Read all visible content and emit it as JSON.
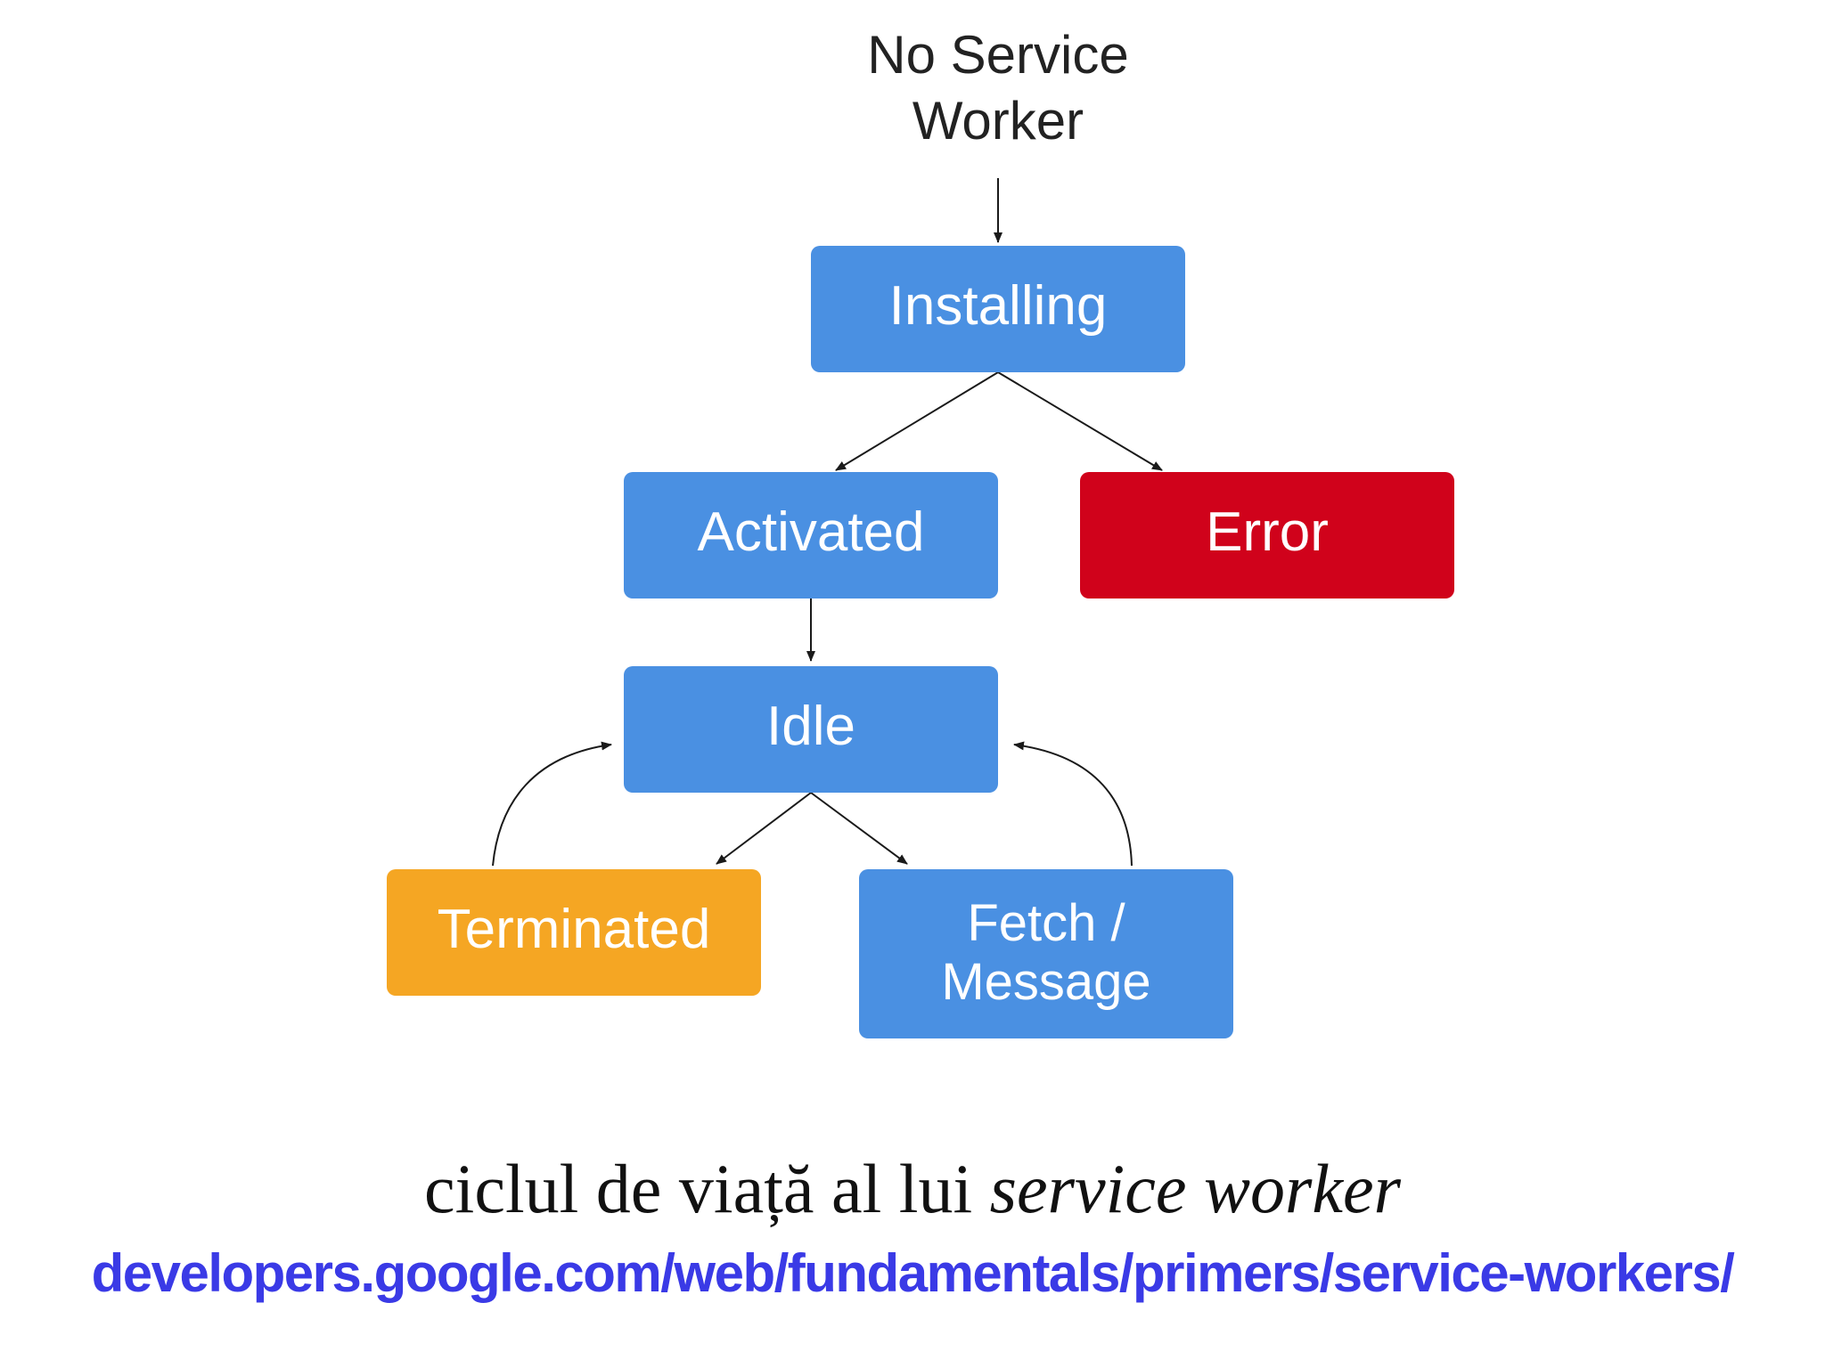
{
  "diagram": {
    "start": {
      "line1": "No Service",
      "line2": "Worker"
    },
    "nodes": {
      "installing": {
        "label": "Installing",
        "color": "#4a90e2"
      },
      "activated": {
        "label": "Activated",
        "color": "#4a90e2"
      },
      "error": {
        "label": "Error",
        "color": "#d0021b"
      },
      "idle": {
        "label": "Idle",
        "color": "#4a90e2"
      },
      "terminated": {
        "label": "Terminated",
        "color": "#f5a623"
      },
      "fetch": {
        "line1": "Fetch /",
        "line2": "Message",
        "color": "#4a90e2"
      }
    },
    "edges": [
      {
        "from": "no-service-worker",
        "to": "installing"
      },
      {
        "from": "installing",
        "to": "activated"
      },
      {
        "from": "installing",
        "to": "error"
      },
      {
        "from": "activated",
        "to": "idle"
      },
      {
        "from": "idle",
        "to": "terminated"
      },
      {
        "from": "idle",
        "to": "fetch"
      },
      {
        "from": "terminated",
        "to": "idle"
      },
      {
        "from": "fetch",
        "to": "idle"
      }
    ]
  },
  "caption": {
    "text": "ciclul de viață al lui ",
    "emphasis": "service worker",
    "link": "developers.google.com/web/fundamentals/primers/service-workers/"
  }
}
